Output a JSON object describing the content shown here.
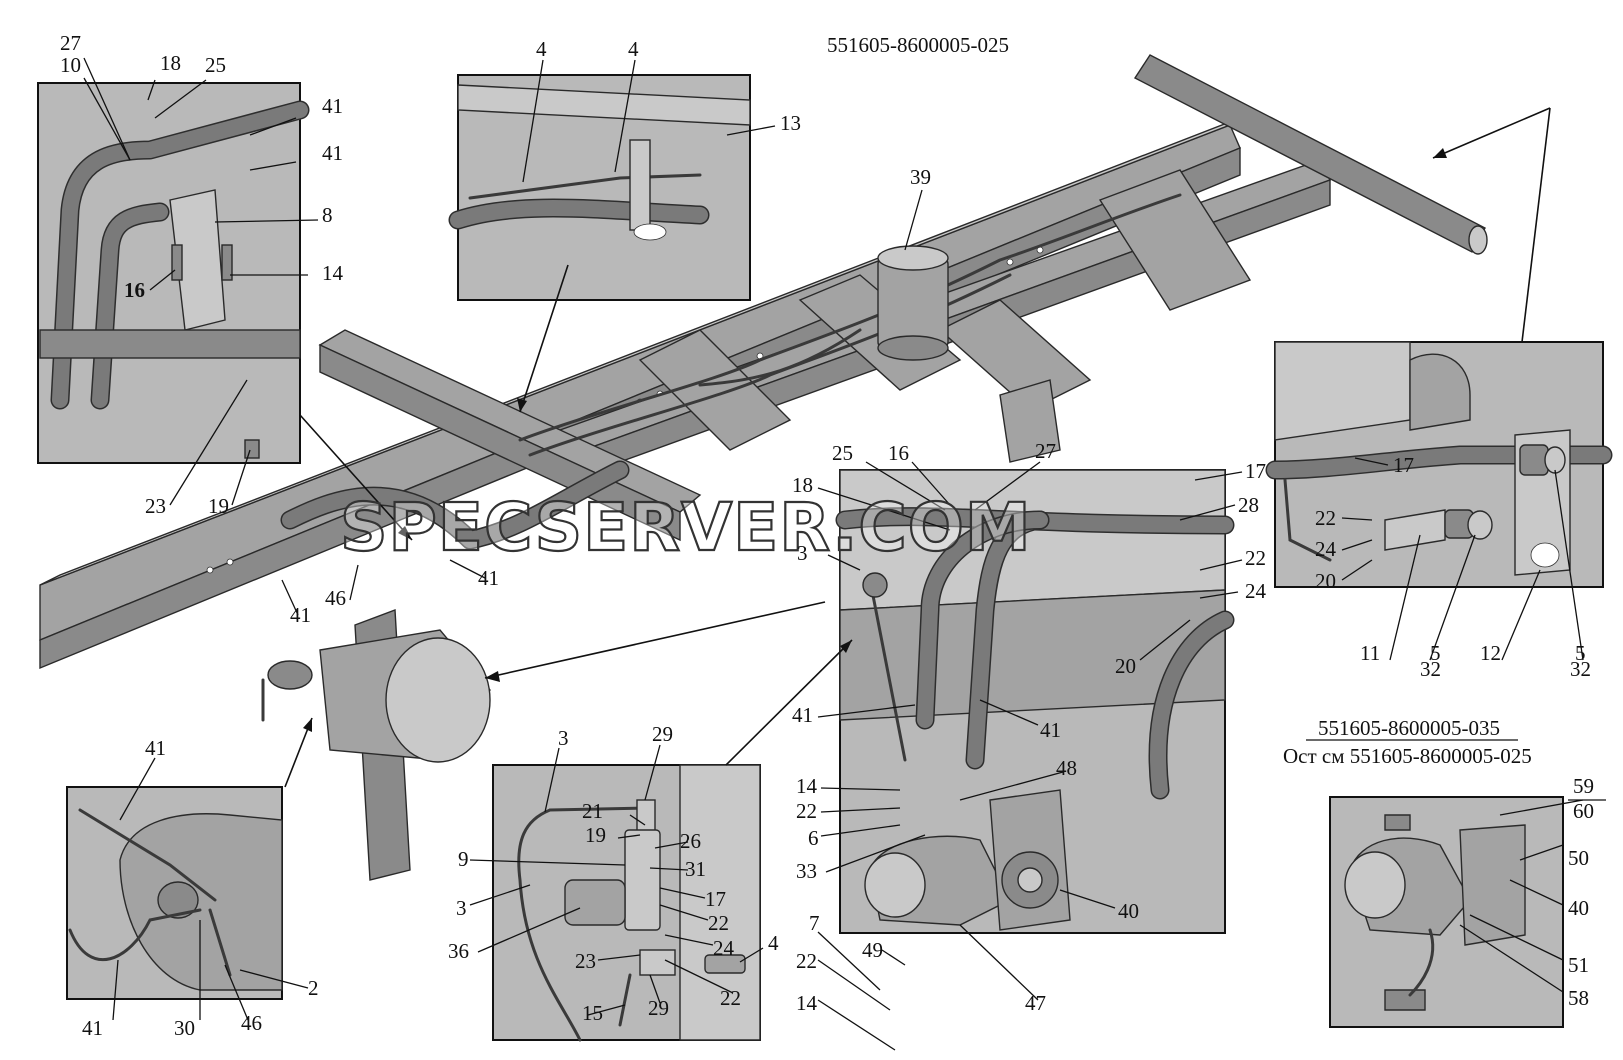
{
  "titles": {
    "main_code": "551605-8600005-025",
    "variant_code": "551605-8600005-035",
    "variant_note": "Ост см 551605-8600005-025"
  },
  "watermark": "SPECSERVER.COM",
  "labels": {
    "tl": [
      "27",
      "10",
      "18",
      "25",
      "41",
      "41",
      "8",
      "16",
      "14",
      "23",
      "19"
    ],
    "tc": [
      "4",
      "4",
      "13"
    ],
    "main": [
      "39",
      "41",
      "46",
      "41"
    ],
    "bl": [
      "41",
      "2",
      "41",
      "30",
      "46"
    ],
    "bc": [
      "3",
      "29",
      "21",
      "19",
      "26",
      "9",
      "31",
      "17",
      "3",
      "22",
      "36",
      "24",
      "23",
      "4",
      "22",
      "15",
      "29"
    ],
    "mr": [
      "25",
      "16",
      "27",
      "17",
      "18",
      "28",
      "3",
      "22",
      "24",
      "20",
      "41",
      "41",
      "14",
      "48",
      "22",
      "6",
      "33",
      "40",
      "47",
      "49",
      "7",
      "22",
      "14"
    ],
    "tr": [
      "17",
      "22",
      "24",
      "20",
      "11",
      "5",
      "32",
      "12",
      "5",
      "32"
    ],
    "br": [
      "59",
      "60",
      "50",
      "40",
      "51",
      "58"
    ]
  },
  "colors": {
    "part_fill": "#a3a3a3",
    "inset_background": "#b9b9b9",
    "line": "#111111"
  }
}
